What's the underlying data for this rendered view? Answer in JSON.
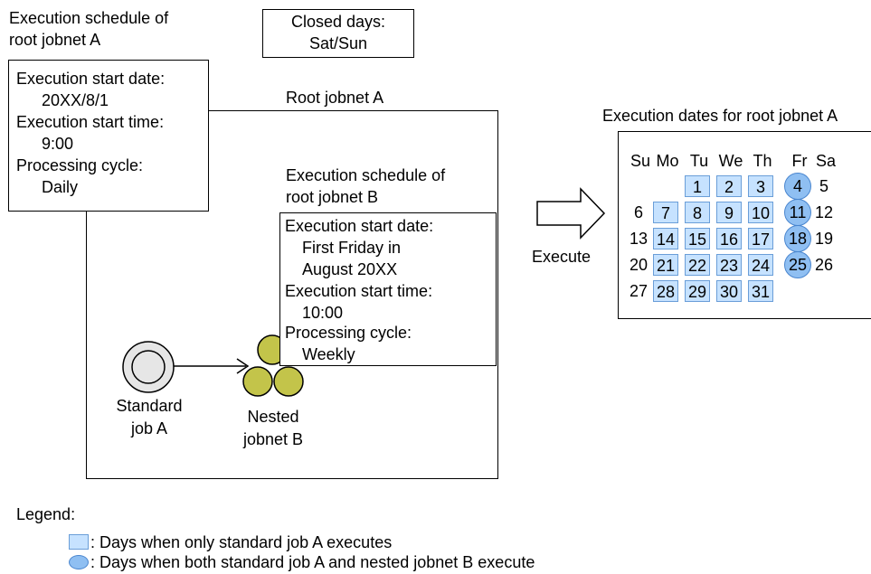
{
  "schedule_a": {
    "title_line1": "Execution schedule of",
    "title_line2": "root jobnet A",
    "start_date_label": "Execution start date:",
    "start_date_value": "20XX/8/1",
    "start_time_label": "Execution start time:",
    "start_time_value": "9:00",
    "cycle_label": "Processing cycle:",
    "cycle_value": "Daily"
  },
  "closed_days": {
    "label": "Closed days:",
    "value": "Sat/Sun"
  },
  "root_jobnet": {
    "label": "Root jobnet A"
  },
  "schedule_b": {
    "title_line1": "Execution schedule of",
    "title_line2": "root jobnet B",
    "start_date_label": "Execution start date:",
    "start_date_value_line1": "First Friday in",
    "start_date_value_line2": "August 20XX",
    "start_time_label": "Execution start time:",
    "start_time_value": "10:00",
    "cycle_label": "Processing cycle:",
    "cycle_value": "Weekly"
  },
  "standard_job": {
    "line1": "Standard",
    "line2": "job A"
  },
  "nested_jobnet": {
    "line1": "Nested",
    "line2": "jobnet B"
  },
  "execute_label": "Execute",
  "calendar": {
    "title": "Execution dates for root jobnet A",
    "day_headers": [
      "Su",
      "Mo",
      "Tu",
      "We",
      "Th",
      "Fr",
      "Sa"
    ],
    "weeks": [
      [
        null,
        null,
        {
          "d": "1",
          "k": "job"
        },
        {
          "d": "2",
          "k": "job"
        },
        {
          "d": "3",
          "k": "job"
        },
        {
          "d": "4",
          "k": "both"
        },
        {
          "d": "5",
          "k": "none"
        }
      ],
      [
        {
          "d": "6",
          "k": "none"
        },
        {
          "d": "7",
          "k": "job"
        },
        {
          "d": "8",
          "k": "job"
        },
        {
          "d": "9",
          "k": "job"
        },
        {
          "d": "10",
          "k": "job"
        },
        {
          "d": "11",
          "k": "both"
        },
        {
          "d": "12",
          "k": "none"
        }
      ],
      [
        {
          "d": "13",
          "k": "none"
        },
        {
          "d": "14",
          "k": "job"
        },
        {
          "d": "15",
          "k": "job"
        },
        {
          "d": "16",
          "k": "job"
        },
        {
          "d": "17",
          "k": "job"
        },
        {
          "d": "18",
          "k": "both"
        },
        {
          "d": "19",
          "k": "none"
        }
      ],
      [
        {
          "d": "20",
          "k": "none"
        },
        {
          "d": "21",
          "k": "job"
        },
        {
          "d": "22",
          "k": "job"
        },
        {
          "d": "23",
          "k": "job"
        },
        {
          "d": "24",
          "k": "job"
        },
        {
          "d": "25",
          "k": "both"
        },
        {
          "d": "26",
          "k": "none"
        }
      ],
      [
        {
          "d": "27",
          "k": "none"
        },
        {
          "d": "28",
          "k": "job"
        },
        {
          "d": "29",
          "k": "job"
        },
        {
          "d": "30",
          "k": "job"
        },
        {
          "d": "31",
          "k": "job"
        },
        null,
        null
      ]
    ]
  },
  "legend": {
    "title": "Legend:",
    "square_text": ": Days when only standard job A executes",
    "circle_text": ": Days when both standard job A and nested jobnet B execute"
  },
  "colors": {
    "square_fill": "#c6e2ff",
    "circle_fill": "#8fbff2",
    "nested_fill": "#c3c44a",
    "job_fill": "#e6e6e6"
  }
}
